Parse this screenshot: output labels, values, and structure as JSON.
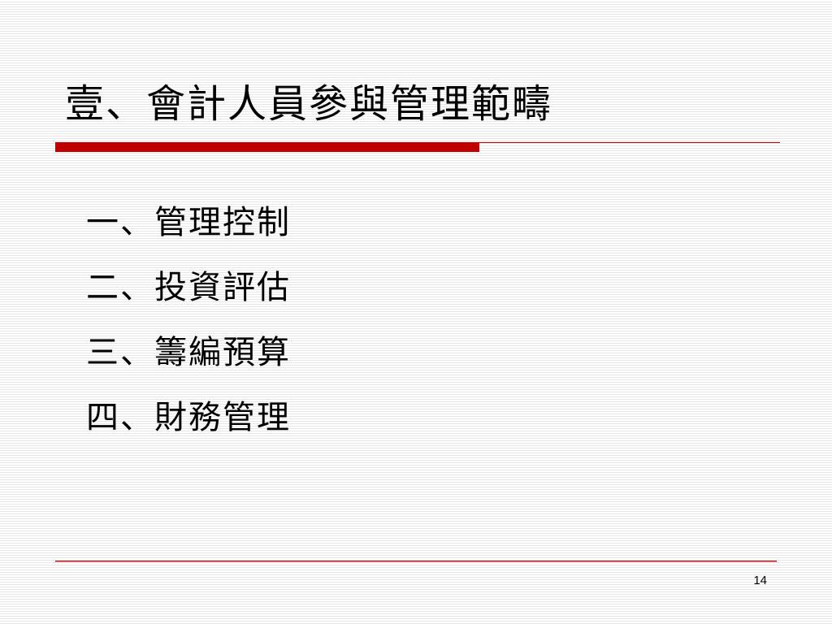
{
  "slide": {
    "title": "壹、會計人員參與管理範疇",
    "items": [
      "一、管理控制",
      "二、投資評估",
      "三、籌編預算",
      "四、財務管理"
    ],
    "page_number": "14"
  },
  "colors": {
    "accent": "#c00000",
    "background_stripe": "#e6e6e6"
  }
}
